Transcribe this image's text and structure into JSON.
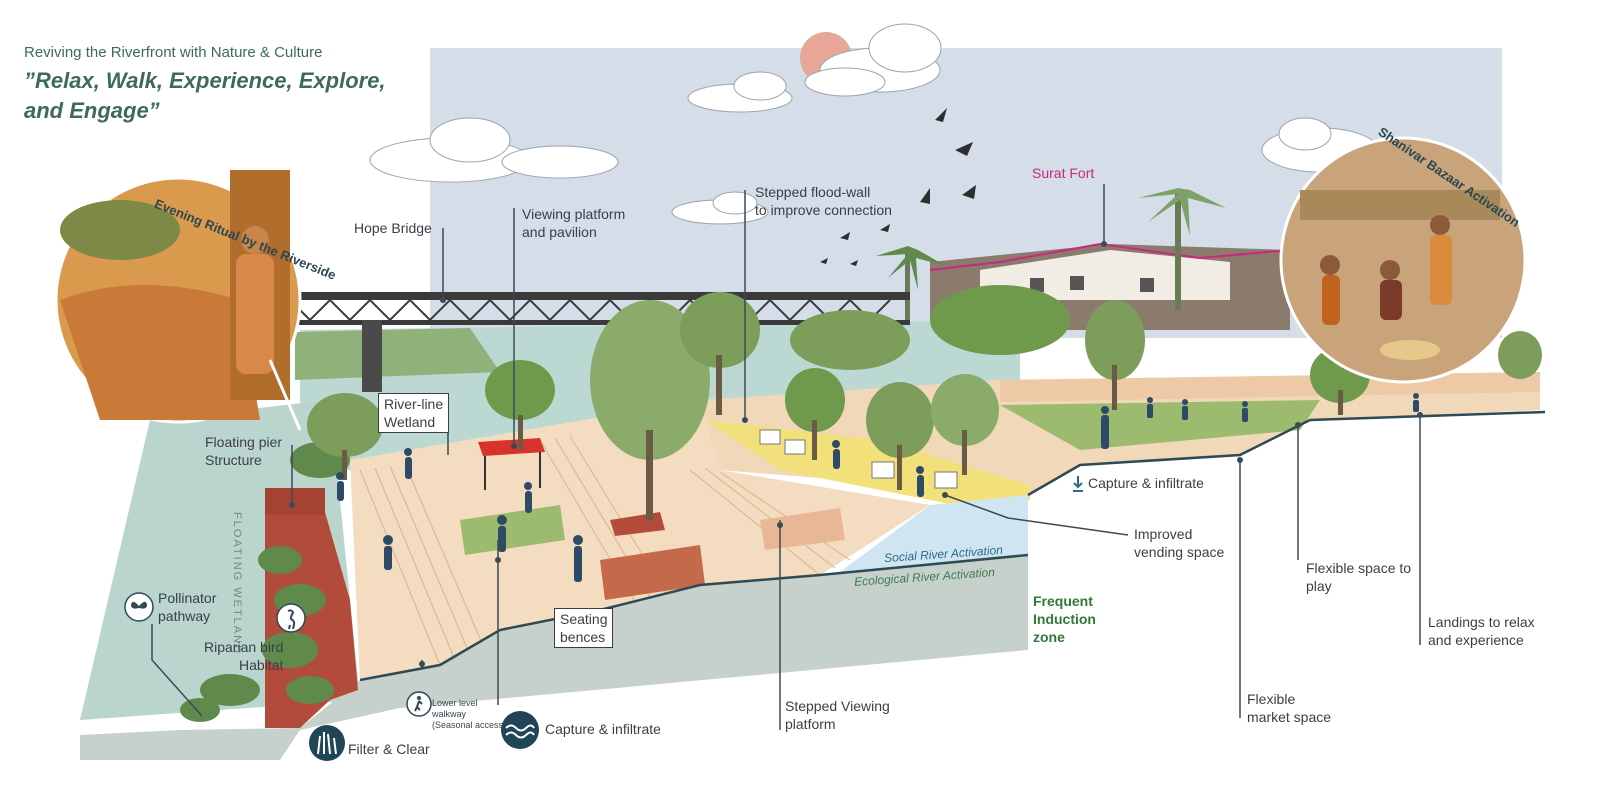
{
  "header": {
    "title": "Reviving the Riverfront with Nature & Culture",
    "quote": "”Relax, Walk, Experience, Explore,\nand Engage”"
  },
  "vignettes": {
    "left": "Evening Ritual by the Riverside",
    "right": "Shanivar Bazaar Activation"
  },
  "labels": {
    "hope_bridge": "Hope Bridge",
    "viewing_platform": "Viewing platform\nand pavilion",
    "flood_wall": "Stepped flood-wall\nto improve connection",
    "surat_fort": "Surat Fort",
    "river_wetland": "River-line\nWetland",
    "floating_pier": "Floating pier\nStructure",
    "floating_wetland": "FLOATING WETLAND",
    "pollinator": "Pollinator\npathway",
    "riparian": "Riparian bird\nHabitat",
    "seating": "Seating\nbences",
    "lower_walkway": "Lower level\nwalkway\n(Seasonal access)",
    "capture_bottom": "Capture & infiltrate",
    "filter_clear": "Filter & Clear",
    "stepped_viewing": "Stepped Viewing\nplatform",
    "social_activation": "Social River Activation",
    "eco_activation": "Ecological River Activation",
    "frequent_induction": "Frequent\nInduction\nzone",
    "capture_top": "Capture & infiltrate",
    "improved_vending": "Improved\nvending space",
    "flexible_market": "Flexible\nmarket space",
    "flexible_play": "Flexible space to\nplay",
    "landings": "Landings to relax\nand experience"
  },
  "icons": {
    "butterfly": "butterfly-icon",
    "heron": "heron-icon",
    "walker": "walker-icon",
    "water": "water-wave-icon",
    "reeds": "reeds-icon",
    "drop": "down-arrow-drop-icon"
  },
  "colors": {
    "sky": "#d5dde8",
    "water": "#bcd8d2",
    "deck": "#f3dcbf",
    "plaza": "#f1d8b8",
    "yellow_path": "#f2e07a",
    "wall_red": "#b34b3a",
    "ground": "#c7d1cc",
    "tree": "#6f9a4c",
    "title_green": "#3e6a5c",
    "fort_pink": "#c8287e"
  }
}
